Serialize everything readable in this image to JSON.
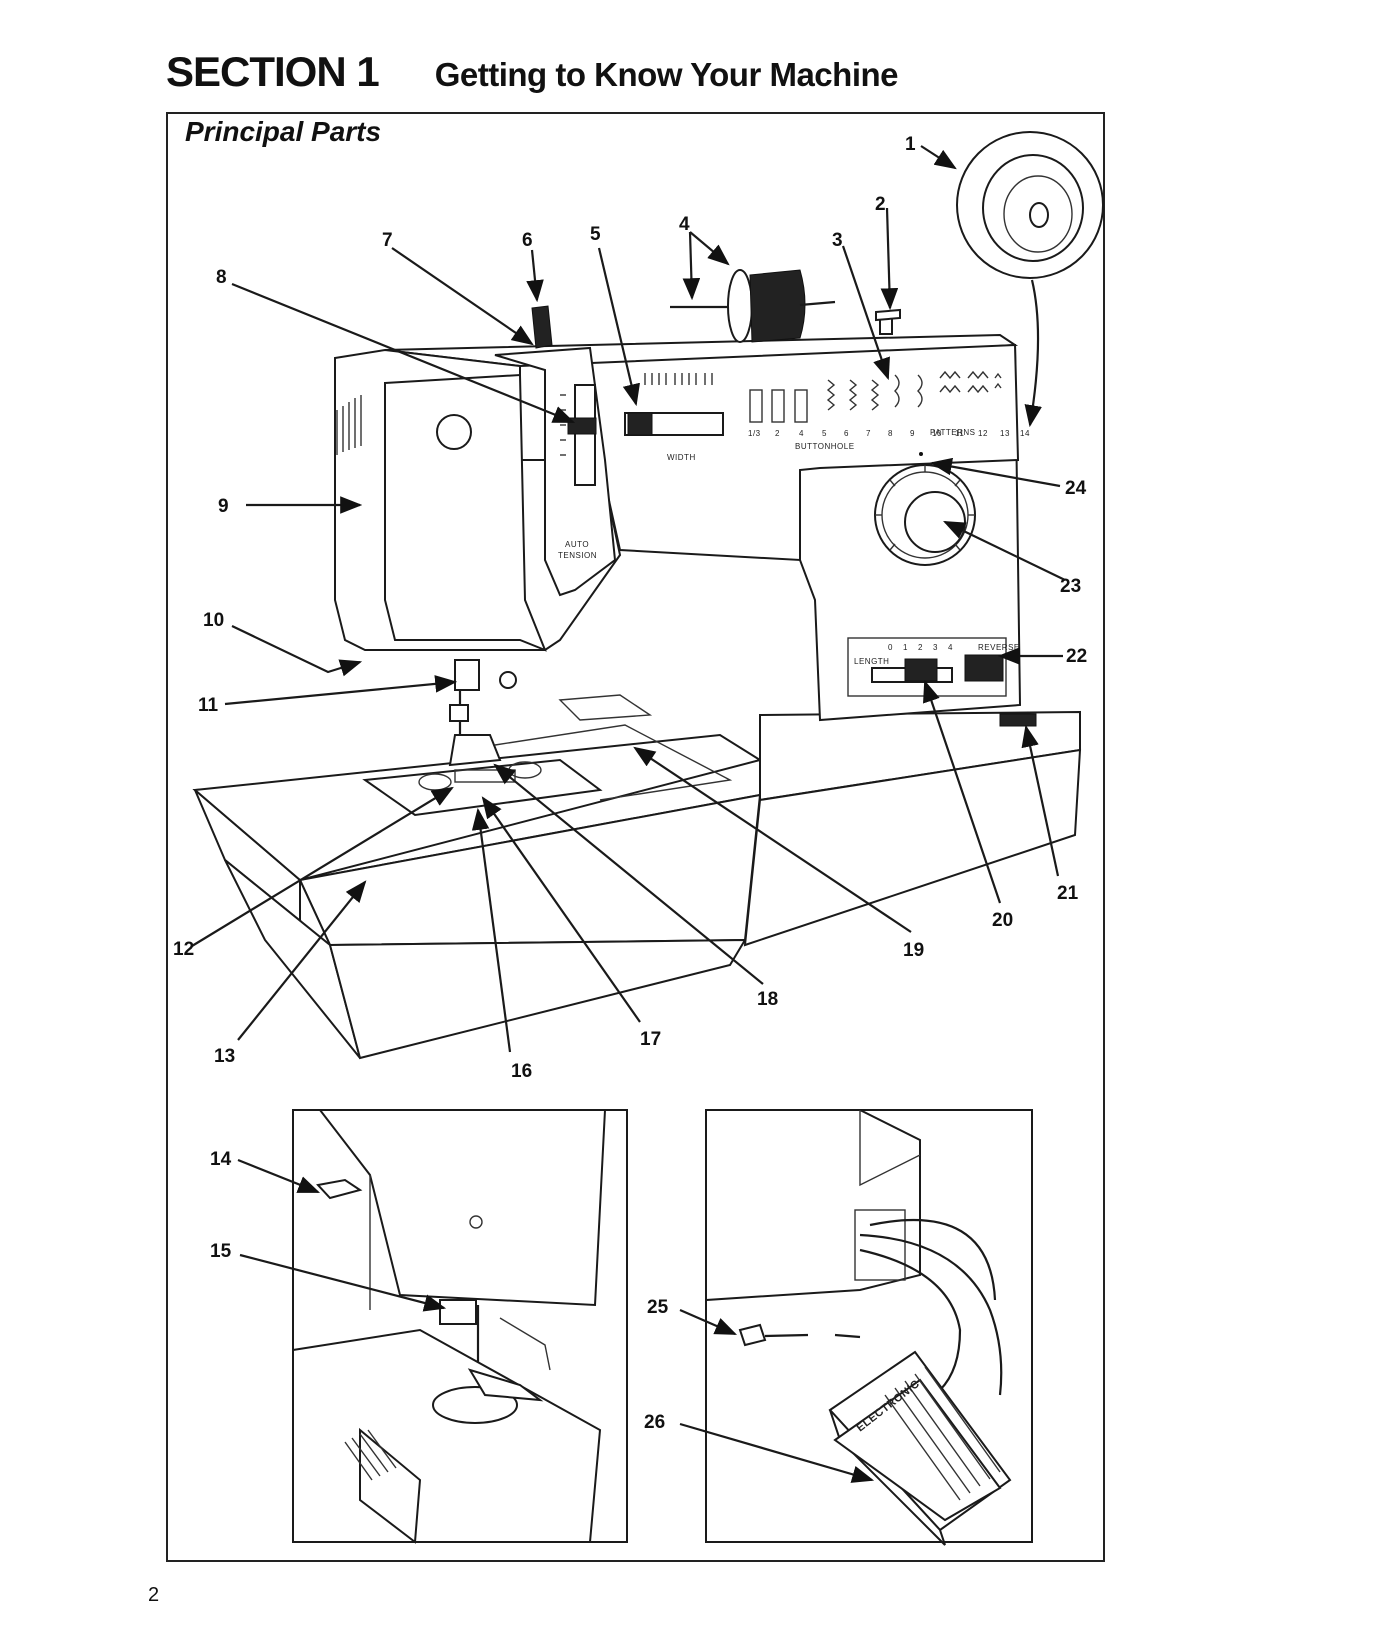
{
  "header": {
    "section_label": "SECTION 1",
    "section_title": "Getting to Know Your Machine"
  },
  "figure": {
    "subtitle": "Principal Parts",
    "machine_labels": {
      "width": "WIDTH",
      "buttonhole": "BUTTONHOLE",
      "patterns": "PATTERNS",
      "auto_tension": [
        "AUTO",
        "TENSION"
      ],
      "length": "LENGTH",
      "reverse": "REVERSE",
      "electronic": "ELECTRONIC"
    },
    "pattern_numbers": [
      "1/3",
      "2",
      "4",
      "5",
      "6",
      "7",
      "8",
      "9",
      "10",
      "11",
      "12",
      "13",
      "14"
    ],
    "length_scale": [
      "0",
      "1",
      "2",
      "3",
      "4"
    ],
    "callouts": [
      "1",
      "2",
      "3",
      "4",
      "5",
      "6",
      "7",
      "8",
      "9",
      "10",
      "11",
      "12",
      "13",
      "14",
      "15",
      "16",
      "17",
      "18",
      "19",
      "20",
      "21",
      "22",
      "23",
      "24",
      "25",
      "26"
    ]
  },
  "page_number": "2"
}
